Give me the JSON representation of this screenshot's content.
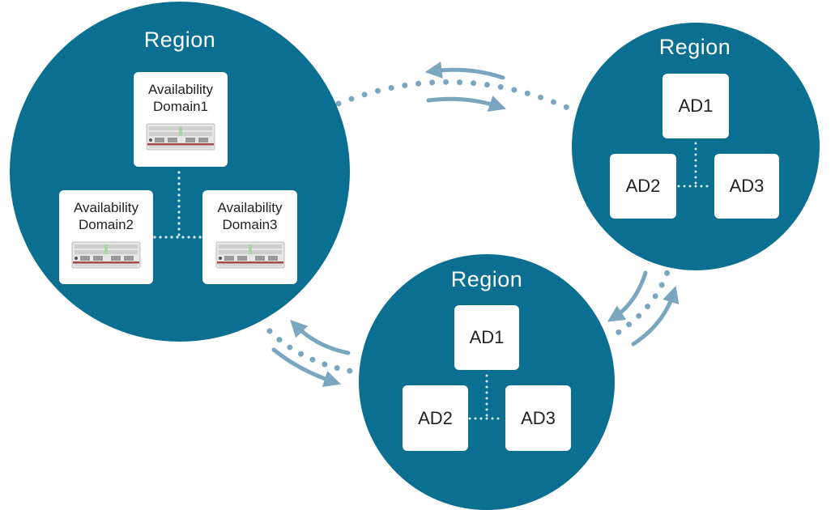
{
  "diagram": {
    "colors": {
      "region_fill": "#0b6f91",
      "box_fill": "#ffffff",
      "connector": "#7ba6bf",
      "inner_dots": "#d4ecf4",
      "text_on_region": "#ffffff",
      "text_in_box": "#222222"
    },
    "regions": [
      {
        "id": "region-left",
        "title": "Region",
        "domains": [
          {
            "label_line1": "Availability",
            "label_line2": "Domain1",
            "icon": "server-rack-icon"
          },
          {
            "label_line1": "Availability",
            "label_line2": "Domain2",
            "icon": "server-rack-icon"
          },
          {
            "label_line1": "Availability",
            "label_line2": "Domain3",
            "icon": "server-rack-icon"
          }
        ]
      },
      {
        "id": "region-right",
        "title": "Region",
        "domains": [
          {
            "label": "AD1"
          },
          {
            "label": "AD2"
          },
          {
            "label": "AD3"
          }
        ]
      },
      {
        "id": "region-bottom",
        "title": "Region",
        "domains": [
          {
            "label": "AD1"
          },
          {
            "label": "AD2"
          },
          {
            "label": "AD3"
          }
        ]
      }
    ],
    "links": [
      {
        "from": "region-left",
        "to": "region-right",
        "style": "dotted",
        "arrows": "bidirectional"
      },
      {
        "from": "region-right",
        "to": "region-bottom",
        "style": "dotted",
        "arrows": "bidirectional"
      },
      {
        "from": "region-bottom",
        "to": "region-left",
        "style": "dotted",
        "arrows": "bidirectional"
      }
    ]
  }
}
